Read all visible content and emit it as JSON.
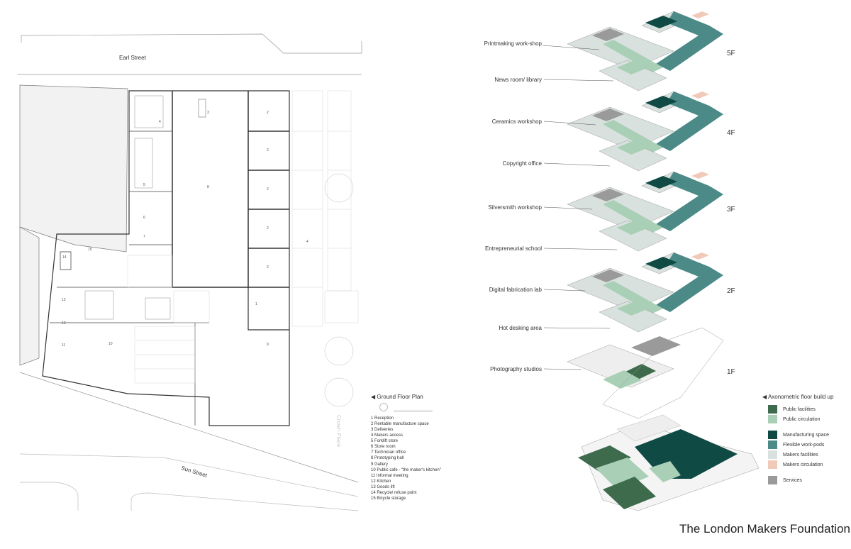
{
  "plan": {
    "streets": {
      "north": "Earl Street",
      "south": "Sun Street",
      "east": "Crown Place"
    },
    "room_numbers": [
      "3",
      "2",
      "2",
      "2",
      "2",
      "2",
      "4",
      "4",
      "5",
      "6",
      "7",
      "8",
      "1",
      "9",
      "10",
      "11",
      "12",
      "13",
      "14",
      "15"
    ],
    "legend_title": "Ground Floor Plan",
    "legend_items": [
      "1 Reception",
      "2 Rentable manufacture space",
      "3 Deliveries",
      "4 Makers access",
      "5 Forklift store",
      "6 Store room",
      "7 Technician office",
      "8 Prototyping hall",
      "9 Gallery",
      "10 Public cafe - \"the maker's kitchen\"",
      "11 Informal meeting",
      "12 Kitchen",
      "13 Goods lift",
      "14 Recycle/ refuse point",
      "15 Bicycle storage"
    ]
  },
  "axo": {
    "labels": [
      "Printmaking work-shop",
      "News room/ library",
      "Ceramics workshop",
      "Copyright office",
      "Silversmith workshop",
      "Entrepreneurial school",
      "Digital fabrication lab",
      "Hot desking area",
      "Photography studios"
    ],
    "floors": [
      "5F",
      "4F",
      "3F",
      "2F",
      "1F"
    ],
    "legend_title": "Axonometric floor build up",
    "legend": [
      {
        "label": "Public facilities",
        "color": "#3d6b4c"
      },
      {
        "label": "Public circulation",
        "color": "#a9cfb6"
      },
      {
        "label": "Manufacturing space",
        "color": "#0f4a45"
      },
      {
        "label": "Flexible work-pods",
        "color": "#4b8a87"
      },
      {
        "label": "Makers facilities",
        "color": "#d9e1de"
      },
      {
        "label": "Makers circulation",
        "color": "#f0c9b9"
      },
      {
        "label": "Services",
        "color": "#9a9a9a"
      }
    ]
  },
  "title": "The London Makers Foundation"
}
